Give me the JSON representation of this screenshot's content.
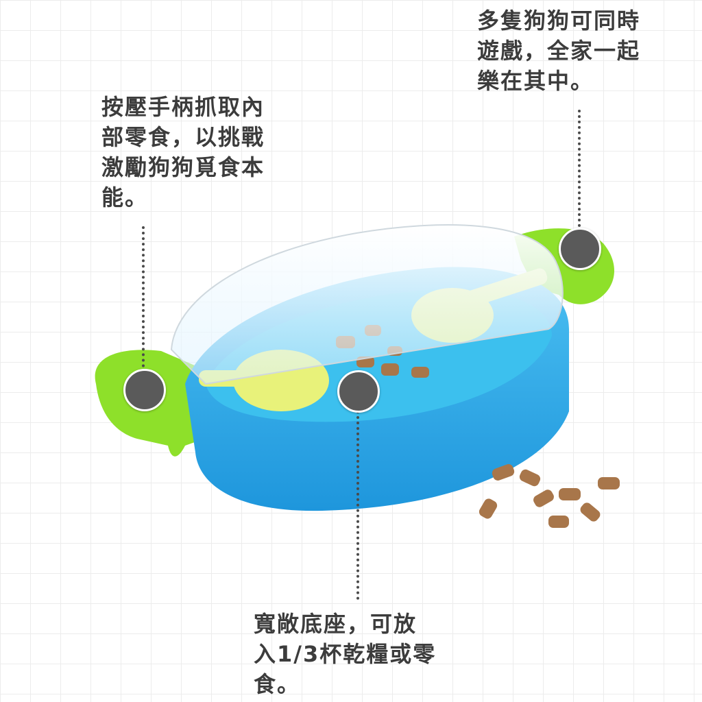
{
  "callouts": {
    "left": "按壓手柄抓取內\n部零食，以挑戰\n激勵狗狗覓食本\n能。",
    "right": "多隻狗狗可同時\n遊戲，全家一起\n樂在其中。",
    "bottom": "寬敞底座，可放\n入1/3杯乾糧或零\n食。"
  },
  "colors": {
    "text": "#3c3c3c",
    "marker": "#5a5a5a",
    "base_blue": "#2aa8e8",
    "handle_green": "#8ee02a",
    "paddle_yellow": "#e8f27a",
    "kibble": "#a8764a"
  }
}
